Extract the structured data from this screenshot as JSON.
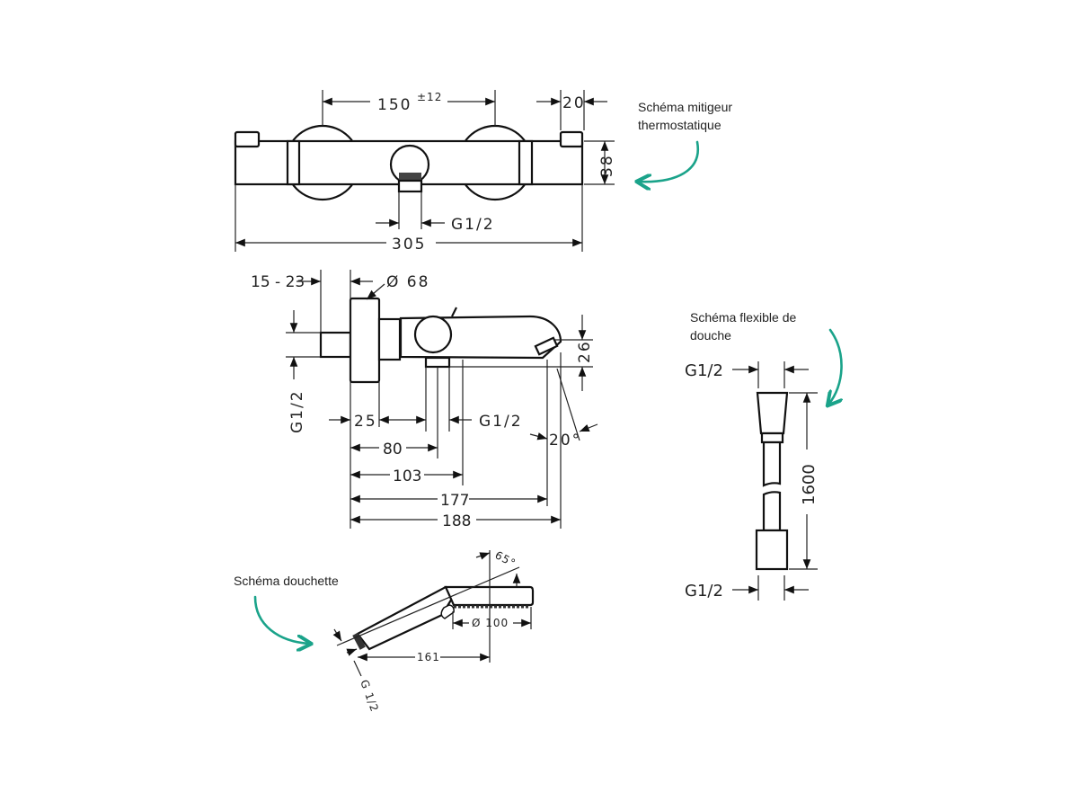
{
  "colors": {
    "annotation_arrow": "#1aa38a",
    "line": "#222222"
  },
  "thermostat_top_view": {
    "title_line1": "Schéma mitigeur",
    "title_line2": "thermostatique",
    "dim_spacing": "150",
    "dim_spacing_tolerance": "±12",
    "dim_cap_width": "20",
    "dim_height": "38",
    "dim_outlet": "G1/2",
    "dim_total_width": "305"
  },
  "thermostat_side_view": {
    "dim_wall_offset": "15 - 23",
    "dim_escutcheon": "Ø 68",
    "dim_inlet": "G1/2",
    "dim_25": "25",
    "dim_outlet": "G1/2",
    "dim_80": "80",
    "dim_103": "103",
    "dim_177": "177",
    "dim_188": "188",
    "dim_26": "26",
    "dim_angle": "20°"
  },
  "hose": {
    "title_line1": "Schéma flexible de",
    "title_line2": "douche",
    "dim_top_thread": "G1/2",
    "dim_length": "1600",
    "dim_bottom_thread": "G1/2"
  },
  "handshower": {
    "title": "Schéma douchette",
    "dim_angle": "65°",
    "dim_diameter": "Ø 100",
    "dim_length": "161",
    "dim_thread": "G 1/2"
  }
}
